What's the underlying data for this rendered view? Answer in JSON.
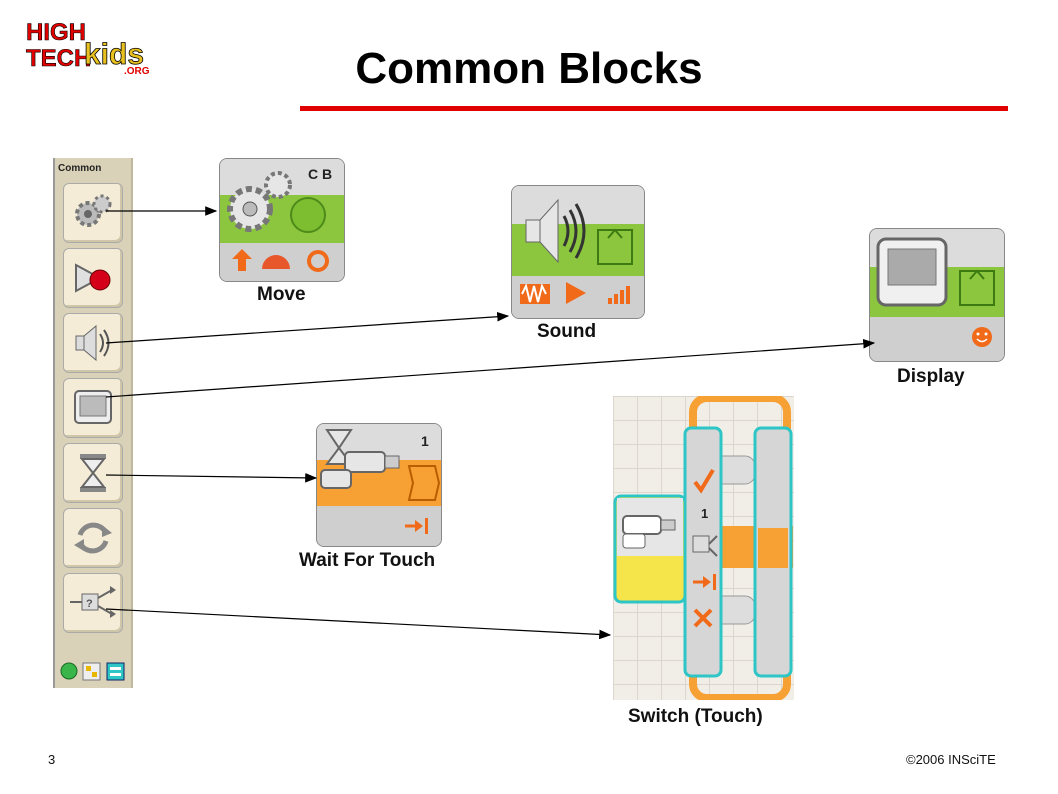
{
  "logo": {
    "line1": "HIGH",
    "line2": "TECH",
    "word": "kids",
    "suffix": ".ORG"
  },
  "title": "Common Blocks",
  "palette": {
    "label": "Common",
    "buttons": [
      "gears-icon",
      "record-play-icon",
      "speaker-icon",
      "display-icon",
      "hourglass-icon",
      "loop-icon",
      "switch-icon"
    ]
  },
  "blocks": {
    "move": {
      "caption": "Move",
      "ports": "C B"
    },
    "sound": {
      "caption": "Sound"
    },
    "display": {
      "caption": "Display"
    },
    "wait": {
      "caption": "Wait For Touch",
      "port": "1"
    },
    "switch": {
      "caption": "Switch (Touch)",
      "port": "1"
    }
  },
  "colors": {
    "accent": "#e00000",
    "green": "#8cc63f",
    "orange": "#f7a034",
    "yellow": "#f5e44a",
    "teal": "#2dc5c5"
  },
  "footer": {
    "page": "3",
    "copyright": "©2006 INSciTE"
  }
}
